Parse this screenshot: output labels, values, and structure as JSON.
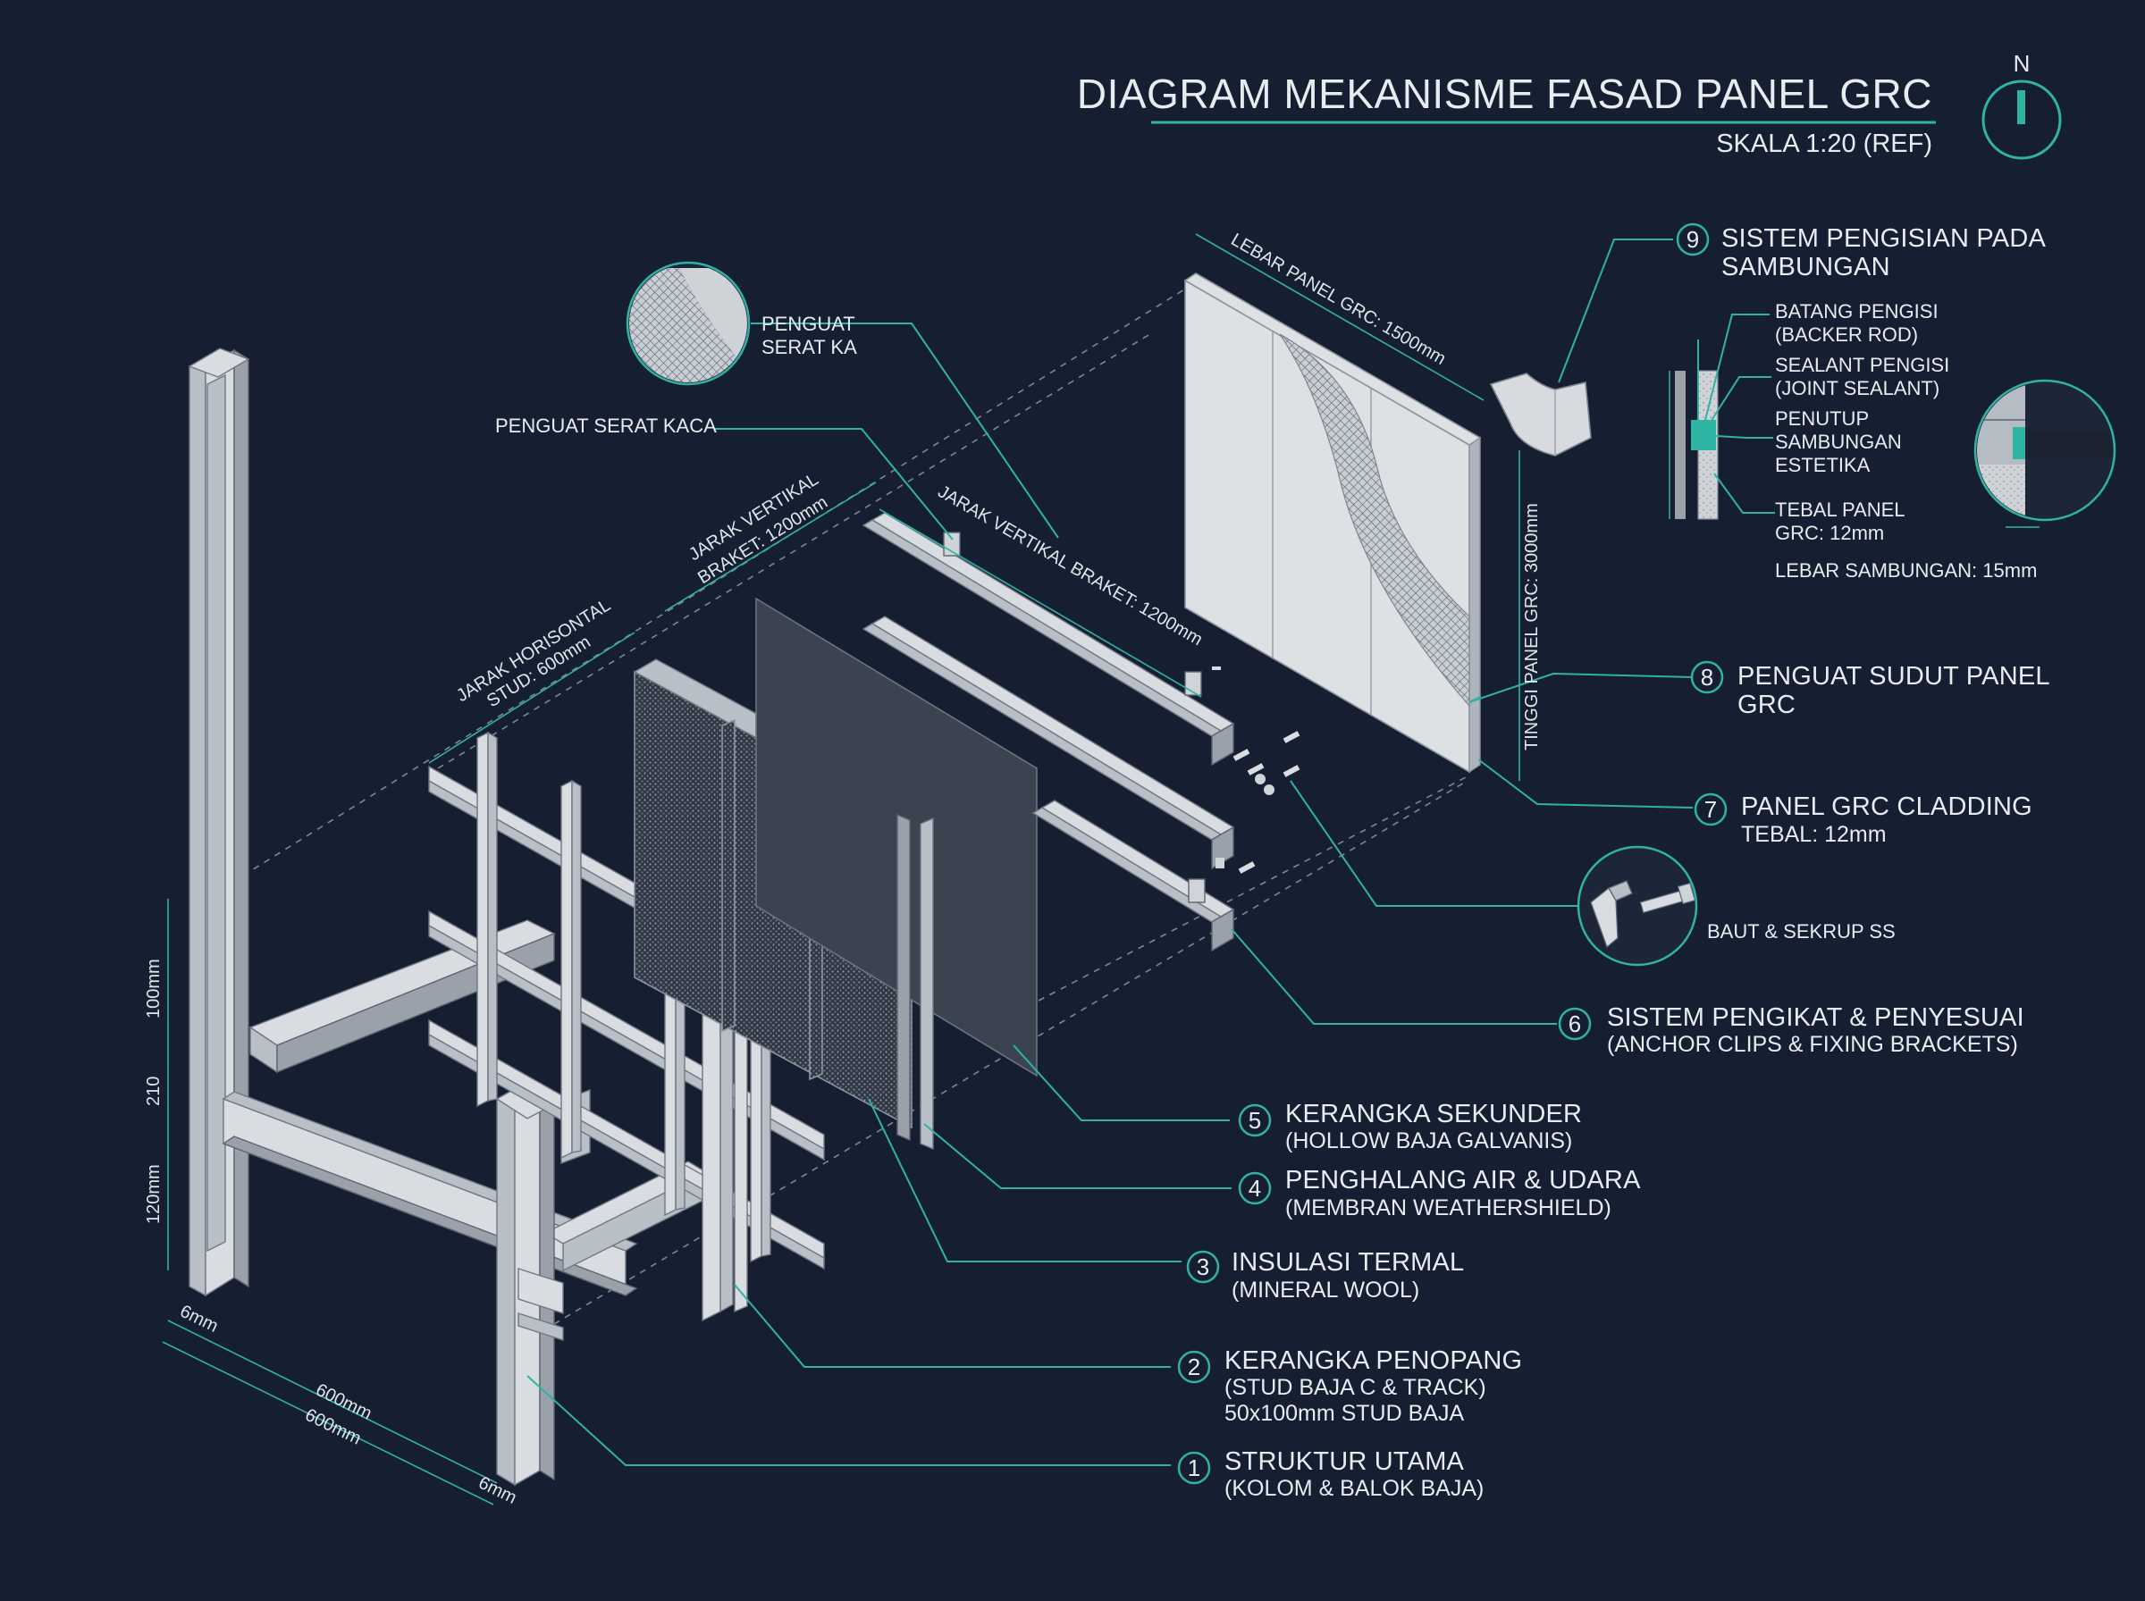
{
  "title": "DIAGRAM MEKANISME FASAD PANEL GRC",
  "scale": "SKALA 1:20 (REF)",
  "north": "N",
  "colors": {
    "background": "#161f31",
    "accent": "#2fb3a3",
    "text": "#e6ecf0"
  },
  "callouts": [
    {
      "num": "1",
      "title": "STRUKTUR UTAMA",
      "sub": "(KOLOM & BALOK BAJA)"
    },
    {
      "num": "2",
      "title": "KERANGKA PENOPANG",
      "sub": "(STUD BAJA C & TRACK)",
      "sub2": "50x100mm STUD BAJA"
    },
    {
      "num": "3",
      "title": "INSULASI TERMAL",
      "sub": "(MINERAL WOOL)"
    },
    {
      "num": "4",
      "title": "PENGHALANG AIR & UDARA",
      "sub": "(MEMBRAN WEATHERSHIELD)"
    },
    {
      "num": "5",
      "title": "KERANGKA SEKUNDER",
      "sub": "(HOLLOW BAJA GALVANIS)"
    },
    {
      "num": "6",
      "title": "SISTEM PENGIKAT & PENYESUAI",
      "sub": "(ANCHOR CLIPS & FIXING BRACKETS)"
    },
    {
      "num": "7",
      "title": "PANEL GRC CLADDING",
      "sub": "TEBAL: 12mm"
    },
    {
      "num": "8",
      "title": "PENGUAT SUDUT PANEL",
      "title2": "GRC"
    },
    {
      "num": "9",
      "title": "SISTEM PENGISIAN PADA",
      "title2": "SAMBUNGAN"
    }
  ],
  "joint_detail": {
    "backer_rod": "BATANG PENGISI",
    "backer_rod_en": "(BACKER ROD)",
    "sealant": "SEALANT PENGISI",
    "sealant_en": "(JOINT SEALANT)",
    "cover_1": "PENUTUP",
    "cover_2": "SAMBUNGAN",
    "cover_3": "ESTETIKA",
    "thickness_1": "TEBAL PANEL",
    "thickness_2": "GRC: 12mm",
    "joint_width": "LEBAR SAMBUNGAN: 15mm"
  },
  "fiber_labels": {
    "mesh_1": "PENGUAT",
    "mesh_2": "SERAT KA",
    "glass_fiber": "PENGUAT SERAT KACA"
  },
  "bolts_label": "BAUT & SEKRUP SS",
  "dimensions": {
    "panel_width": "LEBAR PANEL GRC: 1500mm",
    "panel_height": "TINGGI PANEL GRC: 3000mm",
    "bracket_vertical_a": "JARAK VERTIKAL BRAKET: 1200mm",
    "bracket_vertical_b1": "JARAK VERTIKAL",
    "bracket_vertical_b2": "BRAKET: 1200mm",
    "stud_h1": "JARAK HORISONTAL",
    "stud_h2": "STUD: 600mm",
    "d100": "100mm",
    "d210": "210",
    "d120": "120mm",
    "d6a": "6mm",
    "d6b": "6mm",
    "d600a": "600mm",
    "d600b": "600mm"
  }
}
